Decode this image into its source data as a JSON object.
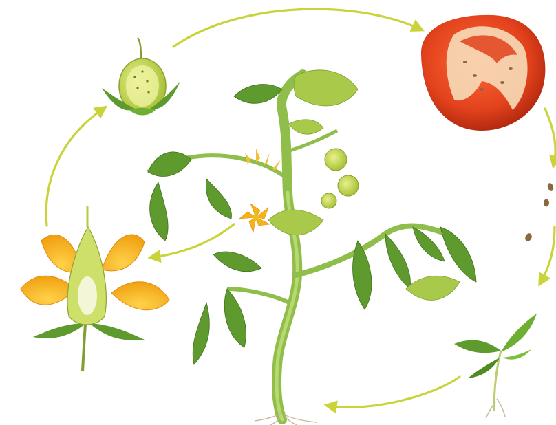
{
  "diagram": {
    "stages": [
      {
        "id": "flower",
        "icon": "flower-cross-section-icon"
      },
      {
        "id": "young-fruit",
        "icon": "young-fruit-icon"
      },
      {
        "id": "ripe-fruit",
        "icon": "tomato-cross-section-icon"
      },
      {
        "id": "seeds",
        "icon": "seed-icon"
      },
      {
        "id": "seedling",
        "icon": "seedling-icon"
      },
      {
        "id": "mature-plant",
        "icon": "tomato-plant-icon"
      }
    ],
    "colors": {
      "arrow": "#c8d43a",
      "leaf": "#5f9a2e",
      "leaf_light": "#a9c94a",
      "stem": "#8fbe4a",
      "petal": "#f5b316",
      "petal_dark": "#e28a0e",
      "tomato": "#e2421c",
      "tomato_dark": "#b52a10",
      "tomato_flesh": "#f7dbb8",
      "green_fruit": "#c5d84a",
      "root": "#c9b89a",
      "seed": "#8a6a3c"
    }
  }
}
